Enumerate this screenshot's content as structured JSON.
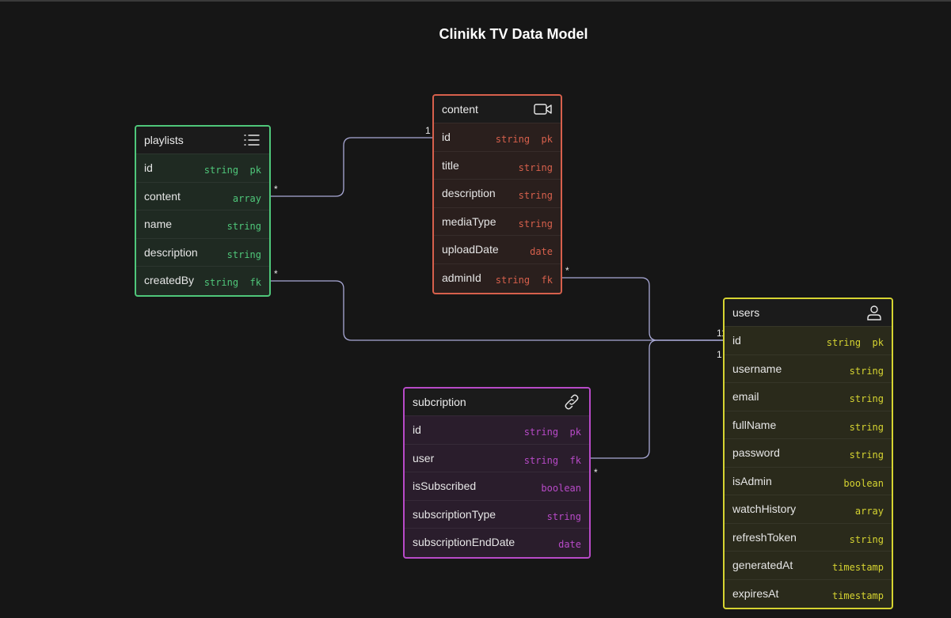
{
  "title": "Clinikk TV Data Model",
  "colors": {
    "background": "#161616",
    "playlists": "#4fc77a",
    "content": "#d7604c",
    "users": "#d6d431",
    "subcription": "#b84ac8",
    "connector": "#a9a9d6"
  },
  "entities": {
    "playlists": {
      "name": "playlists",
      "icon": "list-icon",
      "fields": [
        {
          "name": "id",
          "type": "string  pk"
        },
        {
          "name": "content",
          "type": "array"
        },
        {
          "name": "name",
          "type": "string"
        },
        {
          "name": "description",
          "type": "string"
        },
        {
          "name": "createdBy",
          "type": "string  fk"
        }
      ]
    },
    "content": {
      "name": "content",
      "icon": "video-camera-icon",
      "fields": [
        {
          "name": "id",
          "type": "string  pk"
        },
        {
          "name": "title",
          "type": "string"
        },
        {
          "name": "description",
          "type": "string"
        },
        {
          "name": "mediaType",
          "type": "string"
        },
        {
          "name": "uploadDate",
          "type": "date"
        },
        {
          "name": "adminId",
          "type": "string  fk"
        }
      ]
    },
    "users": {
      "name": "users",
      "icon": "user-icon",
      "fields": [
        {
          "name": "id",
          "type": "string  pk"
        },
        {
          "name": "username",
          "type": "string"
        },
        {
          "name": "email",
          "type": "string"
        },
        {
          "name": "fullName",
          "type": "string"
        },
        {
          "name": "password",
          "type": "string"
        },
        {
          "name": "isAdmin",
          "type": "boolean"
        },
        {
          "name": "watchHistory",
          "type": "array"
        },
        {
          "name": "refreshToken",
          "type": "string"
        },
        {
          "name": "generatedAt",
          "type": "timestamp"
        },
        {
          "name": "expiresAt",
          "type": "timestamp"
        }
      ]
    },
    "subcription": {
      "name": "subcription",
      "icon": "link-icon",
      "fields": [
        {
          "name": "id",
          "type": "string  pk"
        },
        {
          "name": "user",
          "type": "string  fk"
        },
        {
          "name": "isSubscribed",
          "type": "boolean"
        },
        {
          "name": "subscriptionType",
          "type": "string"
        },
        {
          "name": "subscriptionEndDate",
          "type": "date"
        }
      ]
    }
  },
  "relationships": [
    {
      "from": "playlists.content",
      "to": "content.id",
      "from_card": "*",
      "to_card": "1"
    },
    {
      "from": "playlists.createdBy",
      "to": "users.id",
      "from_card": "*",
      "to_card": "1"
    },
    {
      "from": "content.adminId",
      "to": "users.id",
      "from_card": "*",
      "to_card": "1"
    },
    {
      "from": "subcription.user",
      "to": "users.id",
      "from_card": "*",
      "to_card": "1"
    }
  ]
}
